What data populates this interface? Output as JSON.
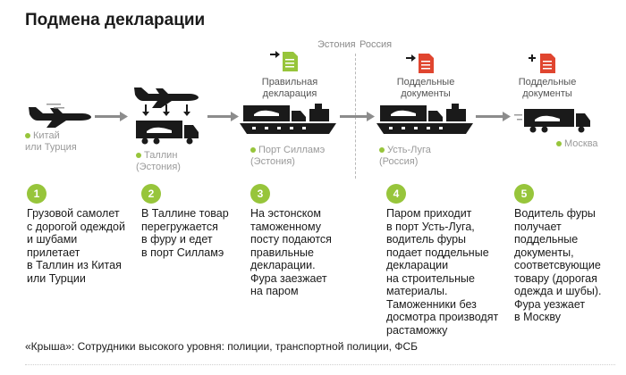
{
  "title": "Подмена декларации",
  "border": {
    "left": "Эстония",
    "right": "Россия"
  },
  "places": {
    "china": "Китай\nили Турция",
    "tallinn": "Таллин\n(Эстония)",
    "sillamae": "Порт Силламэ\n(Эстония)",
    "ust_luga": "Усть-Луга\n(Россия)",
    "moscow": "Москва"
  },
  "docs": {
    "correct": "Правильная\nдекларация",
    "fake1": "Поддельные\nдокументы",
    "fake2": "Поддельные\nдокументы"
  },
  "doc_colors": {
    "green": "#97c53b",
    "red": "#e0452f"
  },
  "accent": "#97c53b",
  "steps": [
    {
      "num": "1",
      "text": "Грузовой самолет\nс дорогой одеждой\nи шубами\nприлетает\nв Таллин из Китая\nили Турции"
    },
    {
      "num": "2",
      "text": "В Таллине товар\nперегружается\nв фуру и едет\nв порт Силламэ"
    },
    {
      "num": "3",
      "text": "На эстонском\nтаможенному\nпосту подаются\nправильные\nдекларации.\nФура заезжает\nна паром"
    },
    {
      "num": "4",
      "text": "Паром приходит\nв порт Усть-Луга,\nводитель фуры\nподает поддельные\nдекларации\nна строительные\nматериалы.\nТаможенники без\nдосмотра производят\nрастаможку"
    },
    {
      "num": "5",
      "text": "Водитель фуры\nполучает\nподдельные\nдокументы,\nсоответсвующие\nтовару (дорогая\nодежда и шубы).\nФура уезжает\nв Москву"
    }
  ],
  "footer": "«Крыша»: Сотрудники высокого уровня: полиции, транспортной полиции, ФСБ"
}
